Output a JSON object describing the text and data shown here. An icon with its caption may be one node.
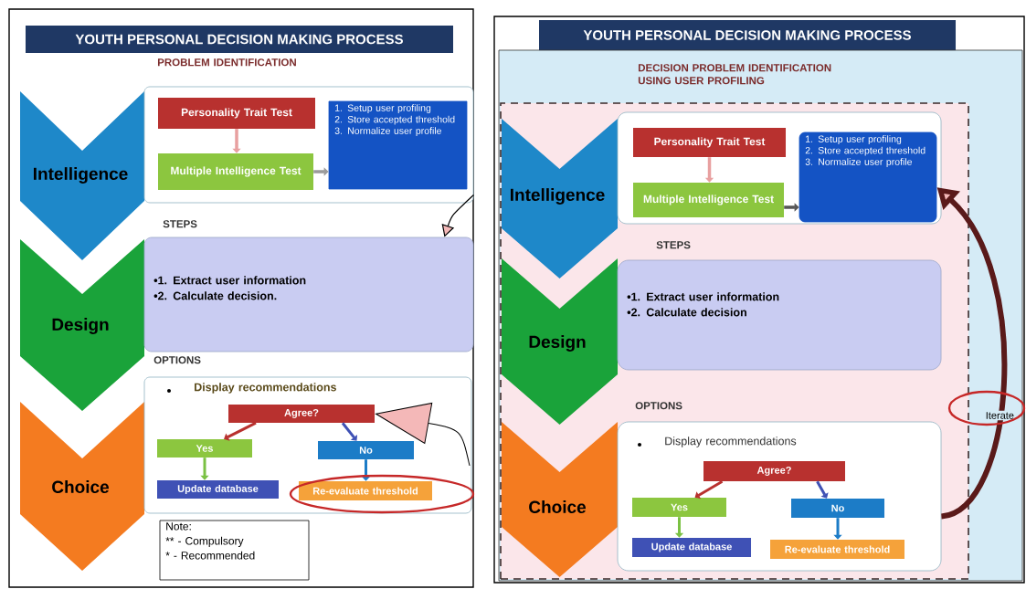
{
  "diagram": {
    "nodes": [
      {
        "text": [
          "YOUTH PERSONAL DECISION MAKING PROCESS"
        ]
      },
      {
        "text": [
          "Intelligence"
        ],
        "in": 0
      },
      {
        "text": [
          "PROBLEM IDENTIFICATION"
        ],
        "in": 0
      },
      {
        "text": [
          "Personality Trait Test"
        ],
        "in": 2
      },
      {
        "text": [
          "Multiple Intelligence Test"
        ],
        "in": 2
      },
      {
        "text": [
          "1. Setup user profiling",
          "2. Store accepted threshold",
          "3. Normalize user profile"
        ],
        "in": 2
      },
      {
        "text": [
          "Design"
        ],
        "in": 0
      },
      {
        "text": [
          "STEPS",
          "•1. Extract user information",
          "•2. Calculate decision."
        ],
        "in": 0
      },
      {
        "text": [
          "Choice"
        ],
        "in": 0
      },
      {
        "text": [
          "OPTIONS",
          "Display recommendations"
        ],
        "in": 0
      },
      {
        "text": [
          "Agree?"
        ],
        "in": 9
      },
      {
        "text": [
          "Yes"
        ],
        "in": 9
      },
      {
        "text": [
          "No"
        ],
        "in": 9
      },
      {
        "text": [
          "Update database"
        ],
        "in": 9
      },
      {
        "text": [
          "Re-evaluate threshold"
        ],
        "in": 9
      },
      {
        "text": [
          "Note:",
          "** - Compulsory",
          "* - Recommended"
        ],
        "in": 0
      },
      {
        "text": [
          "YOUTH PERSONAL DECISION MAKING PROCESS"
        ]
      },
      {
        "text": [
          "DECISION PROBLEM IDENTIFICATION USING USER PROFILING"
        ],
        "in": 16
      },
      {
        "text": [],
        "shape": "box",
        "in": 17
      },
      {
        "text": [
          "Intelligence"
        ],
        "in": 18
      },
      {
        "text": [],
        "shape": "box",
        "in": 18
      },
      {
        "text": [
          "Personality Trait Test"
        ],
        "in": 20
      },
      {
        "text": [
          "Multiple Intelligence Test"
        ],
        "in": 20
      },
      {
        "text": [
          "1. Setup user profiling",
          "2. Store accepted threshold",
          "3. Normalize user profile"
        ],
        "in": 20
      },
      {
        "text": [
          "Design"
        ],
        "in": 18
      },
      {
        "text": [
          "STEPS",
          "•1. Extract user information",
          "•2. Calculate decision"
        ],
        "in": 18
      },
      {
        "text": [
          "Choice"
        ],
        "in": 18
      },
      {
        "text": [
          "OPTIONS",
          "Display recommendations"
        ],
        "in": 18
      },
      {
        "text": [
          "Agree?"
        ],
        "in": 27
      },
      {
        "text": [
          "Yes"
        ],
        "in": 27
      },
      {
        "text": [
          "No"
        ],
        "in": 27
      },
      {
        "text": [
          "Update database"
        ],
        "in": 27
      },
      {
        "text": [
          "Re-evaluate threshold"
        ],
        "in": 27
      }
    ],
    "edges": [
      {
        "from": 3,
        "to": 4,
        "arrow": "to",
        "color": "#e8a0a0"
      },
      {
        "from": 4,
        "to": 5,
        "arrow": "to",
        "color": "#9a9a9a"
      },
      {
        "from": 10,
        "to": 11,
        "arrow": "to",
        "color": "#b8312f"
      },
      {
        "from": 10,
        "to": 12,
        "arrow": "to",
        "color": "#3f51b5"
      },
      {
        "from": 11,
        "to": 13,
        "arrow": "to",
        "color": "#7ac143"
      },
      {
        "from": 12,
        "to": 14,
        "arrow": "to",
        "color": "#1c7cc7"
      },
      {
        "from": 2,
        "to": 7,
        "arrow": "to",
        "color": "#000000"
      },
      {
        "from": null,
        "to": 10,
        "arrow": "to",
        "color": "#000000"
      },
      {
        "from": 21,
        "to": 22,
        "arrow": "to",
        "color": "#e8a0a0"
      },
      {
        "from": 22,
        "to": 23,
        "arrow": "to",
        "color": "#555555"
      },
      {
        "from": 28,
        "to": 29,
        "arrow": "to",
        "color": "#b8312f"
      },
      {
        "from": 28,
        "to": 30,
        "arrow": "to",
        "color": "#3f51b5"
      },
      {
        "from": 29,
        "to": 31,
        "arrow": "to",
        "color": "#7ac143"
      },
      {
        "from": 30,
        "to": 32,
        "arrow": "to",
        "color": "#1c7cc7"
      },
      {
        "from": 27,
        "to": 23,
        "arrow": "to",
        "label": "Iterate",
        "style": "thick",
        "color": "#5a1a1a"
      }
    ]
  }
}
